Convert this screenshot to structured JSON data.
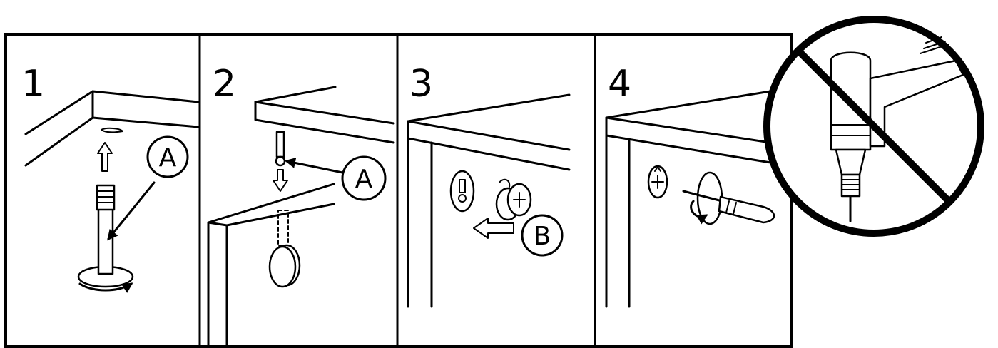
{
  "panels": [
    {
      "step": "1",
      "callout": "A"
    },
    {
      "step": "2",
      "callout": "A"
    },
    {
      "step": "3",
      "callout": "B"
    },
    {
      "step": "4",
      "callout": ""
    }
  ],
  "colors": {
    "line": "#000000",
    "background": "#ffffff"
  },
  "icons": {
    "warning": "no-power-drill-icon"
  }
}
